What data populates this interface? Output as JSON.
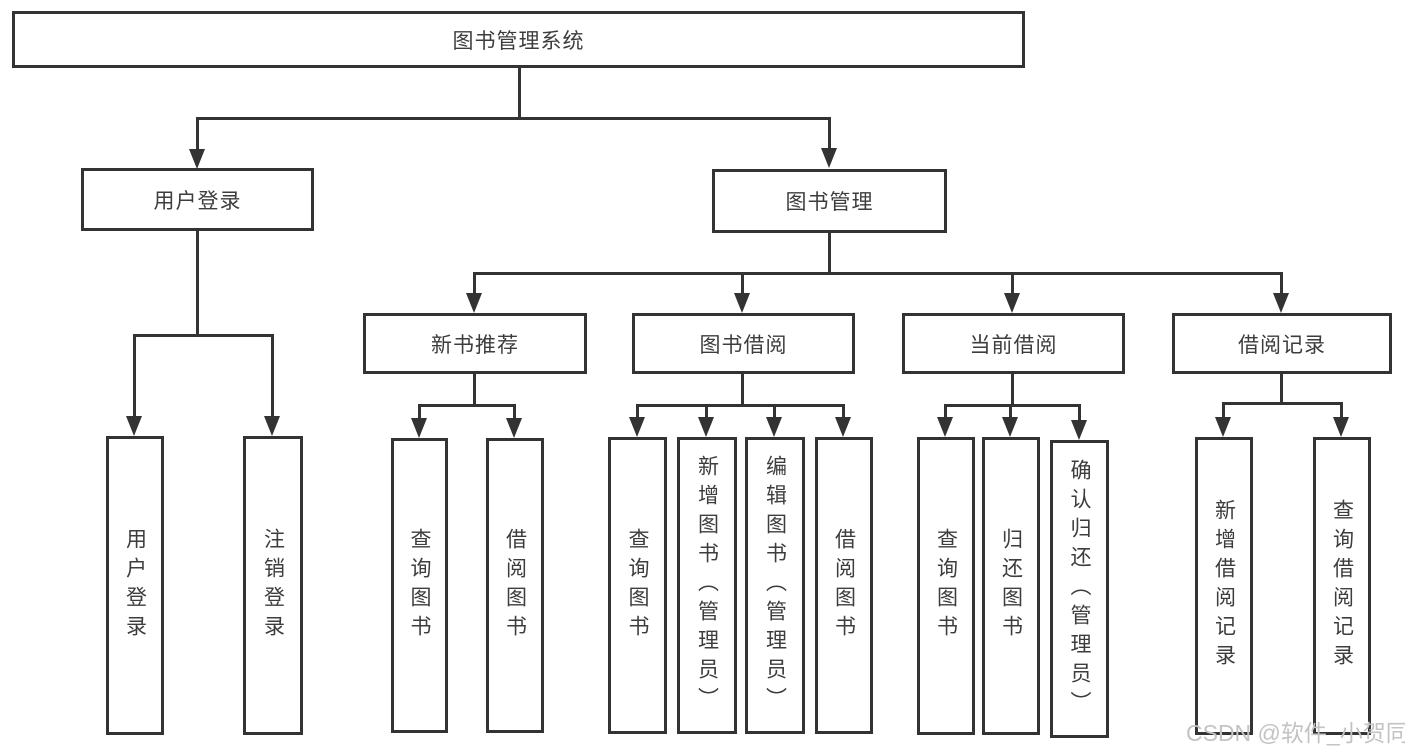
{
  "colors": {
    "line": "#333333",
    "text": "#3d3d3d",
    "background": "#ffffff",
    "watermark": "#c3c3c3"
  },
  "watermark": {
    "text": "CSDN @软件_小贺同学"
  },
  "tree": {
    "label": "图书管理系统",
    "children": [
      {
        "label": "用户登录",
        "children": [
          {
            "label": "用户登录"
          },
          {
            "label": "注销登录"
          }
        ]
      },
      {
        "label": "图书管理",
        "children": [
          {
            "label": "新书推荐",
            "children": [
              {
                "label": "查询图书"
              },
              {
                "label": "借阅图书"
              }
            ]
          },
          {
            "label": "图书借阅",
            "children": [
              {
                "label": "查询图书"
              },
              {
                "label": "新增图书（管理员）"
              },
              {
                "label": "编辑图书（管理员）"
              },
              {
                "label": "借阅图书"
              }
            ]
          },
          {
            "label": "当前借阅",
            "children": [
              {
                "label": "查询图书"
              },
              {
                "label": "归还图书"
              },
              {
                "label": "确认归还（管理员）"
              }
            ]
          },
          {
            "label": "借阅记录",
            "children": [
              {
                "label": "新增借阅记录"
              },
              {
                "label": "查询借阅记录"
              }
            ]
          }
        ]
      }
    ]
  }
}
